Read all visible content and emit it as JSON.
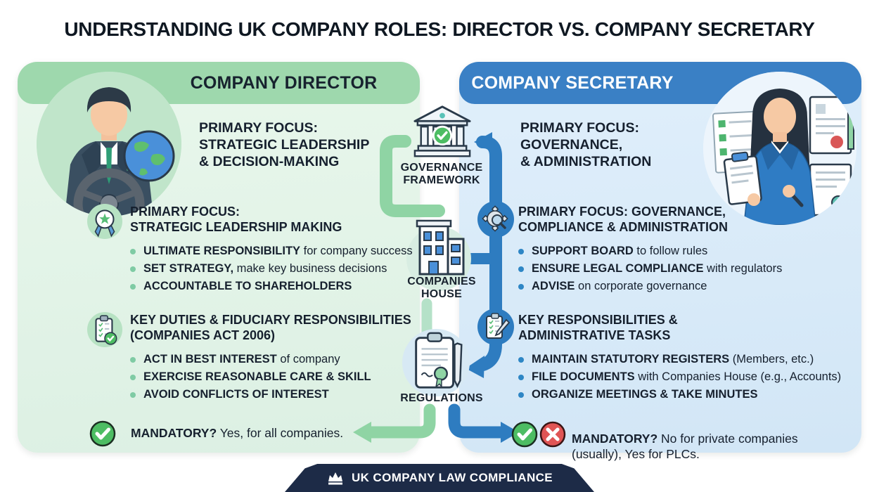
{
  "title": "UNDERSTANDING UK COMPANY ROLES: DIRECTOR VS. COMPANY SECRETARY",
  "colors": {
    "green_banner": "#9ed8ad",
    "green_pipe": "#8fd4a4",
    "green_dot": "#7fcba4",
    "green_check": "#4dbd63",
    "blue_banner": "#3a80c5",
    "blue_pipe": "#2e7cc0",
    "blue_dot": "#2e86c5",
    "red_x": "#e05555",
    "navy_footer": "#1d2b47",
    "text_dark": "#16202e"
  },
  "director": {
    "header": "COMPANY DIRECTOR",
    "focus_top": "PRIMARY FOCUS:\nSTRATEGIC LEADERSHIP\n& DECISION-MAKING",
    "sections": [
      {
        "icon": "medal-icon",
        "heading": "PRIMARY FOCUS:\nSTRATEGIC LEADERSHIP MAKING",
        "bullets": [
          {
            "bold": "ULTIMATE RESPONSIBILITY",
            "rest": " for company success"
          },
          {
            "bold": "SET STRATEGY,",
            "rest": " make key business decisions"
          },
          {
            "bold": "ACCOUNTABLE TO SHAREHOLDERS",
            "rest": ""
          }
        ]
      },
      {
        "icon": "clipboard-check-icon",
        "heading": "KEY DUTIES & FIDUCIARY RESPONSIBILITIES\n(COMPANIES ACT 2006)",
        "bullets": [
          {
            "bold": "ACT IN BEST INTEREST",
            "rest": " of company"
          },
          {
            "bold": "EXERCISE REASONABLE CARE & SKILL",
            "rest": ""
          },
          {
            "bold": "AVOID CONFLICTS OF INTEREST",
            "rest": ""
          }
        ]
      }
    ],
    "mandatory": {
      "bold": "MANDATORY?",
      "rest": " Yes, for all companies."
    }
  },
  "secretary": {
    "header": "COMPANY SECRETARY",
    "focus_top": "PRIMARY FOCUS:\nGOVERNANCE,\n& ADMINISTRATION",
    "sections": [
      {
        "icon": "gear-magnifier-icon",
        "heading": "PRIMARY FOCUS: GOVERNANCE,\nCOMPLIANCE & ADMINISTRATION",
        "bullets": [
          {
            "bold": "SUPPORT BOARD",
            "rest": " to follow rules"
          },
          {
            "bold": "ENSURE LEGAL COMPLIANCE",
            "rest": " with regulators"
          },
          {
            "bold": "ADVISE",
            "rest": " on corporate governance"
          }
        ]
      },
      {
        "icon": "clipboard-pencil-icon",
        "heading": "KEY RESPONSIBILITIES &\nADMINISTRATIVE TASKS",
        "bullets": [
          {
            "bold": "MAINTAIN STATUTORY REGISTERS",
            "rest": " (Members, etc.)"
          },
          {
            "bold": "FILE DOCUMENTS",
            "rest": " with Companies House (e.g., Accounts)"
          },
          {
            "bold": "ORGANIZE MEETINGS & TAKE MINUTES",
            "rest": ""
          }
        ]
      }
    ],
    "mandatory": {
      "bold": "MANDATORY?",
      "rest": " No for private companies\n(usually), Yes for PLCs."
    }
  },
  "center": {
    "nodes": [
      {
        "icon": "bank-icon",
        "label": "GOVERNANCE\nFRAMEWORK"
      },
      {
        "icon": "building-icon",
        "label": "COMPANIES\nHOUSE"
      },
      {
        "icon": "regulations-icon",
        "label": "REGULATIONS"
      }
    ]
  },
  "footer": {
    "icon": "crown-icon",
    "label": "UK COMPANY LAW COMPLIANCE"
  }
}
